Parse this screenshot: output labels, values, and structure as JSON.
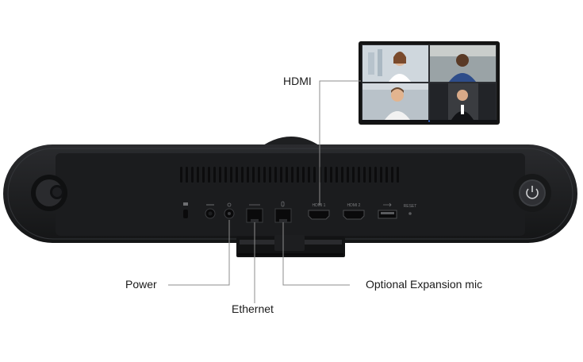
{
  "callouts": {
    "hdmi": "HDMI",
    "power": "Power",
    "ethernet": "Ethernet",
    "expansion_mic": "Optional Expansion mic"
  },
  "device_ports": {
    "hdmi1": "HDMI 1",
    "hdmi2": "HDMI 2",
    "reset": "RESET"
  },
  "monitor": {
    "participants": 4
  },
  "colors": {
    "device_body": "#1e1f21",
    "grille": "#0c0c0d",
    "leader_line": "#8c8c8c",
    "label_text": "#1a1a1a"
  }
}
